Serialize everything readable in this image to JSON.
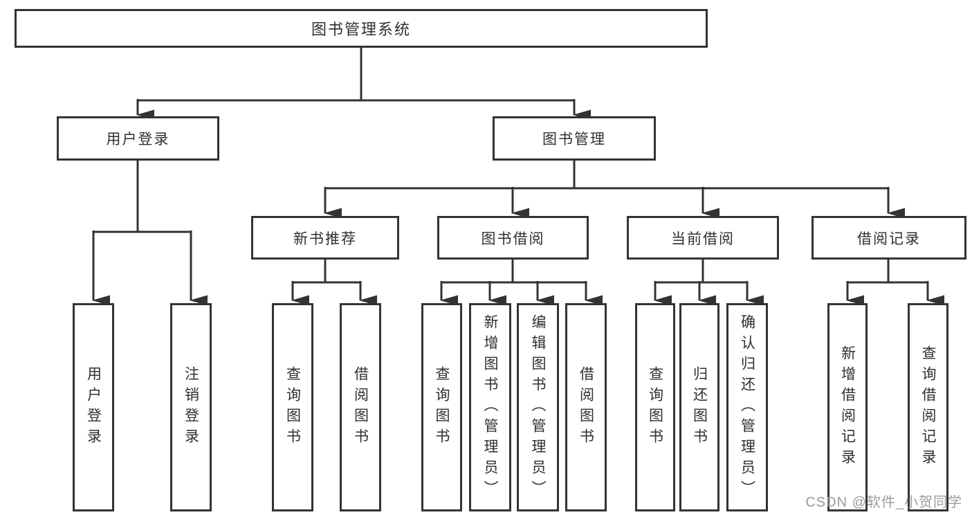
{
  "diagram": {
    "title": "图书管理系统",
    "watermark": "CSDN @软件_小贺同学",
    "colors": {
      "line": "#333333",
      "box_border": "#333333",
      "text": "#2f2f2f",
      "watermark": "#9b9b9b",
      "background": "#ffffff"
    },
    "level2": [
      {
        "id": "user-login",
        "label": "用户登录",
        "parent": "图书管理系统"
      },
      {
        "id": "book-management",
        "label": "图书管理",
        "parent": "图书管理系统"
      }
    ],
    "level3": [
      {
        "id": "new-book-recommend",
        "label": "新书推荐",
        "parent": "图书管理"
      },
      {
        "id": "book-borrow",
        "label": "图书借阅",
        "parent": "图书管理"
      },
      {
        "id": "current-borrow",
        "label": "当前借阅",
        "parent": "图书管理"
      },
      {
        "id": "borrow-records",
        "label": "借阅记录",
        "parent": "图书管理"
      }
    ],
    "leaves": [
      {
        "id": "user-login-leaf",
        "label": "用户登录",
        "parent": "用户登录"
      },
      {
        "id": "logout",
        "label": "注销登录",
        "parent": "用户登录"
      },
      {
        "id": "recommend-query-books",
        "label": "查询图书",
        "parent": "新书推荐"
      },
      {
        "id": "recommend-borrow-books",
        "label": "借阅图书",
        "parent": "新书推荐"
      },
      {
        "id": "borrow-query-books",
        "label": "查询图书",
        "parent": "图书借阅"
      },
      {
        "id": "borrow-add-books",
        "label": "新增图书（管理员）",
        "parent": "图书借阅"
      },
      {
        "id": "borrow-edit-books",
        "label": "编辑图书（管理员）",
        "parent": "图书借阅"
      },
      {
        "id": "borrow-borrow-books",
        "label": "借阅图书",
        "parent": "图书借阅"
      },
      {
        "id": "current-query-books",
        "label": "查询图书",
        "parent": "当前借阅"
      },
      {
        "id": "return-books",
        "label": "归还图书",
        "parent": "当前借阅"
      },
      {
        "id": "confirm-return",
        "label": "确认归还（管理员）",
        "parent": "当前借阅"
      },
      {
        "id": "add-borrow-record",
        "label": "新增借阅记录",
        "parent": "借阅记录"
      },
      {
        "id": "query-borrow-record",
        "label": "查询借阅记录",
        "parent": "借阅记录"
      }
    ]
  }
}
